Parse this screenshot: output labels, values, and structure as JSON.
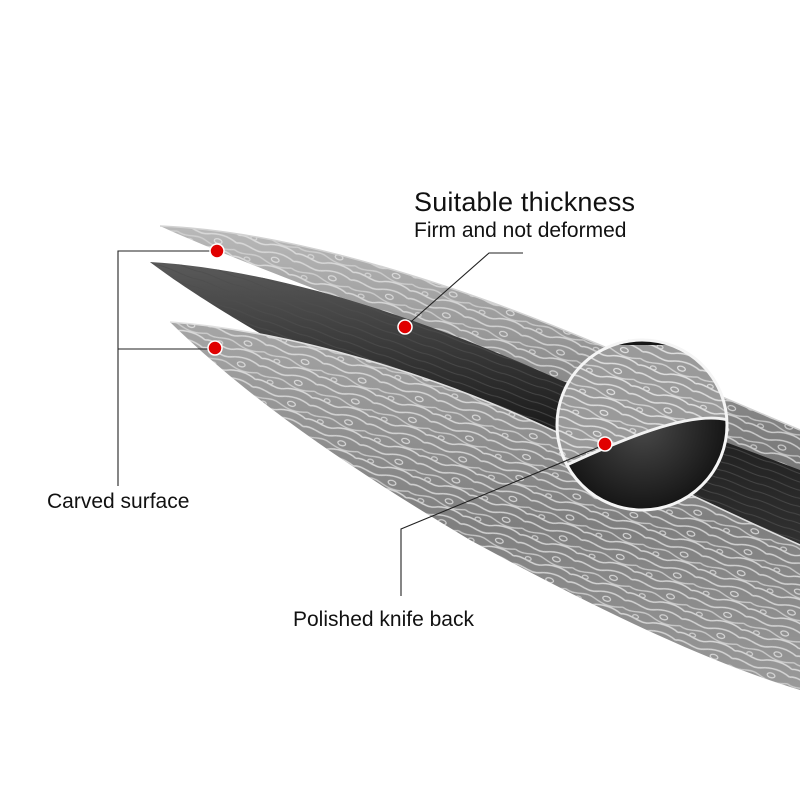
{
  "callouts": {
    "thickness_title": "Suitable thickness",
    "thickness_subtitle": "Firm and not deformed",
    "carved_surface": "Carved surface",
    "polished_back": "Polished knife back"
  },
  "colors": {
    "background": "#ffffff",
    "marker": "#e00000",
    "leader_line": "#222222",
    "blade_steel": "#8d8d8d",
    "blade_dark": "#2b2b2b",
    "damascus_pattern": "#e6e6e6"
  },
  "icons": [
    "red-dot-marker",
    "magnifier-lens"
  ]
}
